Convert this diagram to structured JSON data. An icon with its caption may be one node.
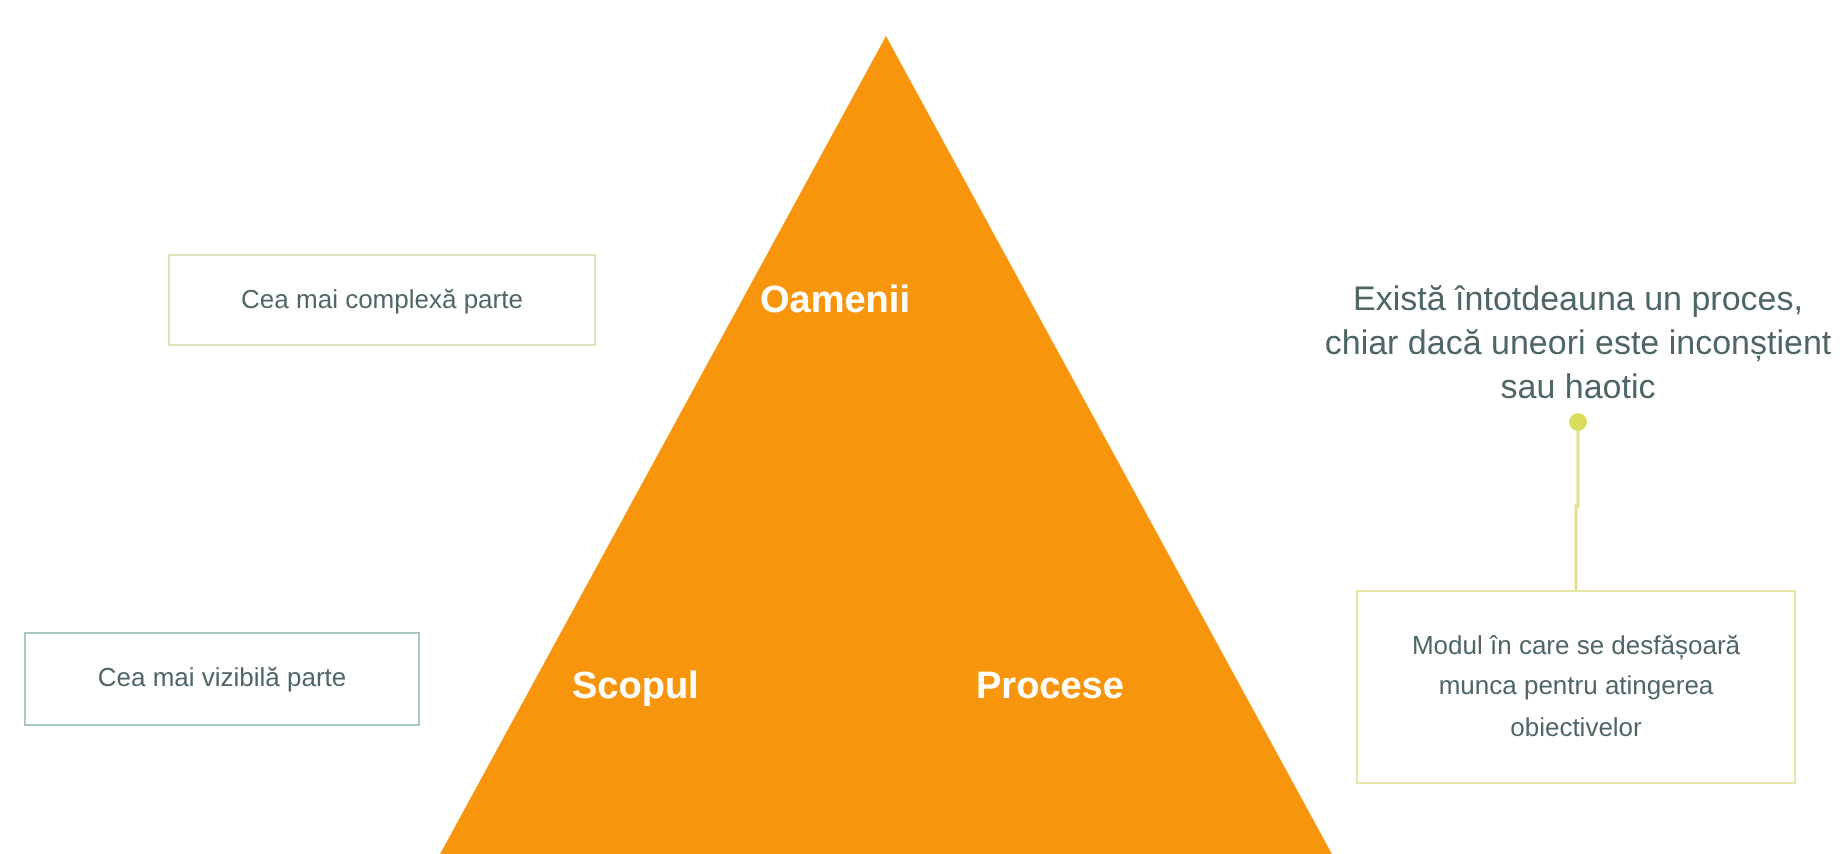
{
  "diagram": {
    "nodes": [
      {
        "text": [
          "Oamenii",
          "Scopul",
          "Procese"
        ]
      },
      {
        "text": [
          "Cea mai complexă parte"
        ]
      },
      {
        "text": [
          "Există întotdeauna un proces, chiar dacă uneori este inconștient sau haotic"
        ]
      },
      {
        "text": [
          "Cea mai vizibilă parte"
        ]
      },
      {
        "text": [
          "Modul în care se desfășoară munca pentru atingerea obiectivelor"
        ]
      }
    ],
    "edges": [
      {
        "from": 2,
        "to": 4,
        "arrow": "other"
      }
    ]
  }
}
